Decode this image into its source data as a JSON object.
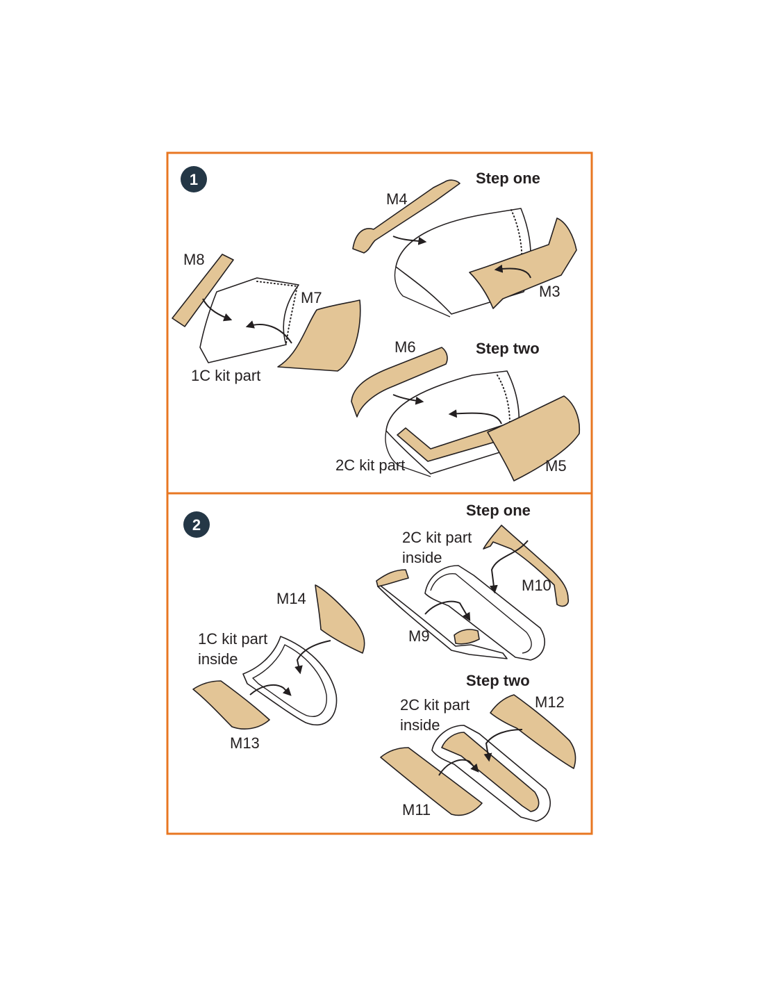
{
  "colors": {
    "frame": "#e87722",
    "badge": "#243746",
    "mask": "#e3c596",
    "ink": "#231f20"
  },
  "panel1": {
    "number": "1",
    "step_one": "Step one",
    "step_two": "Step two",
    "labels": {
      "m3": "M3",
      "m4": "M4",
      "m5": "M5",
      "m6": "M6",
      "m7": "M7",
      "m8": "M8",
      "kit_1c": "1C kit part",
      "kit_2c": "2C kit part"
    }
  },
  "panel2": {
    "number": "2",
    "step_one": "Step one",
    "step_two": "Step two",
    "labels": {
      "m9": "M9",
      "m10": "M10",
      "m11": "M11",
      "m12": "M12",
      "m13": "M13",
      "m14": "M14",
      "kit_1c": "1C kit part",
      "kit_2c_one": "2C kit part",
      "kit_2c_two": "2C kit part",
      "inside": "inside"
    }
  }
}
